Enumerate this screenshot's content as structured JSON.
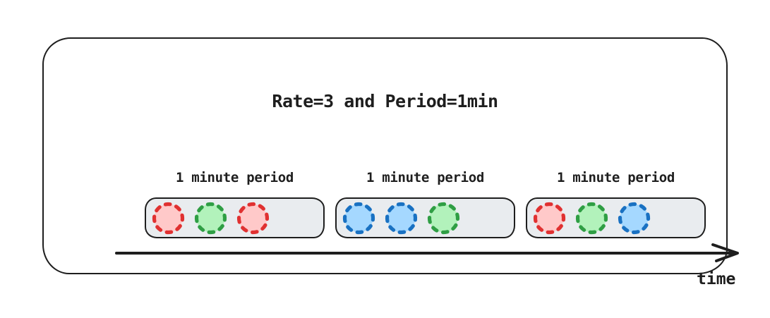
{
  "diagram": {
    "title": "Rate=3 and Period=1min",
    "time_axis_label": "time",
    "periods": [
      {
        "label": "1 minute period",
        "requests": [
          "red",
          "green",
          "red"
        ]
      },
      {
        "label": "1 minute period",
        "requests": [
          "blue",
          "blue",
          "green"
        ]
      },
      {
        "label": "1 minute period",
        "requests": [
          "red",
          "green",
          "blue"
        ]
      }
    ],
    "colors": {
      "stroke": "#1e1e1e",
      "period_box_fill": "#e9ecef",
      "request_red": {
        "stroke": "#e03131",
        "fill": "#ffc9c9"
      },
      "request_green": {
        "stroke": "#2f9e44",
        "fill": "#b2f2bb"
      },
      "request_blue": {
        "stroke": "#1971c2",
        "fill": "#a5d8ff"
      }
    }
  }
}
